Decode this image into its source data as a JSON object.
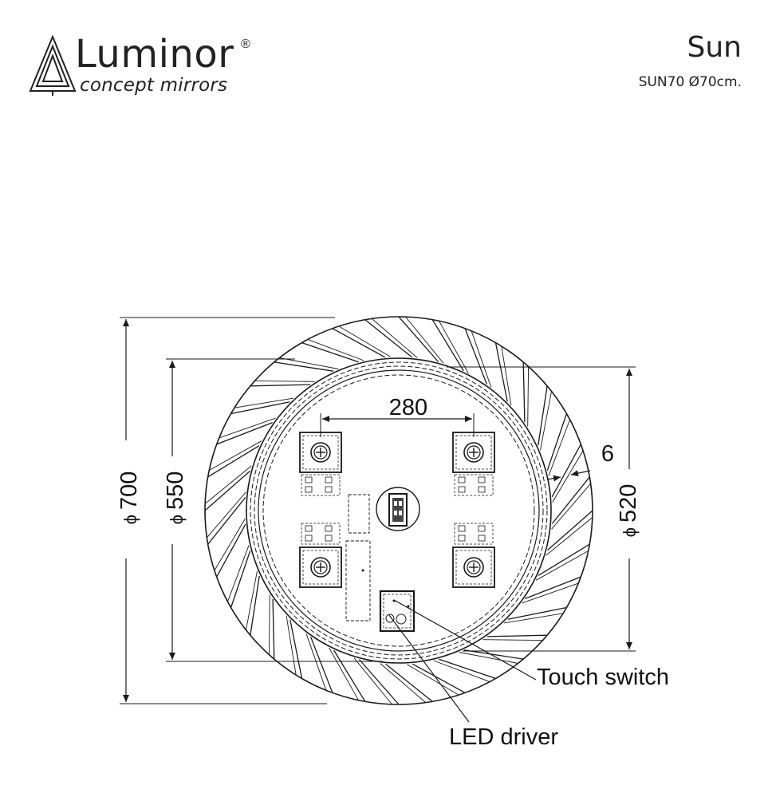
{
  "brand": {
    "name": "Luminor",
    "registered_mark": "®",
    "tagline": "concept mirrors",
    "logo_icon": "triangle-tree-icon"
  },
  "product": {
    "title": "Sun",
    "subtitle": "SUN70 Ø70cm."
  },
  "drawing": {
    "dimensions": {
      "outer_diameter": "700",
      "inner_diameter": "550",
      "mirror_diameter": "520",
      "bracket_spacing": "280",
      "rim_width": "6"
    },
    "callouts": {
      "touch_switch": "Touch switch",
      "led_driver": "LED driver"
    },
    "diameter_symbol": "ϕ",
    "ray_count": 36,
    "line_color": "#1a1a1a"
  }
}
